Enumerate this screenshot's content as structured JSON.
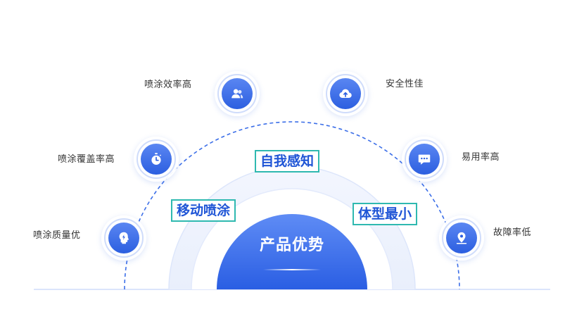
{
  "center": {
    "title": "产品优势"
  },
  "inner_tags": {
    "top": "自我感知",
    "left": "移动喷涂",
    "right": "体型最小"
  },
  "nodes": [
    {
      "key": "quality",
      "label": "喷涂质量优",
      "icon": "lightning-bulb-head-icon"
    },
    {
      "key": "coverage",
      "label": "喷涂覆盖率高",
      "icon": "stopwatch-icon"
    },
    {
      "key": "efficiency",
      "label": "喷涂效率高",
      "icon": "users-icon"
    },
    {
      "key": "safety",
      "label": "安全性佳",
      "icon": "cloud-upload-icon"
    },
    {
      "key": "usability",
      "label": "易用率高",
      "icon": "chat-bubble-icon"
    },
    {
      "key": "failure",
      "label": "故障率低",
      "icon": "location-pin-icon"
    }
  ],
  "colors": {
    "primary": "#2c5fe0",
    "primary_light": "#5a86f2",
    "tag_border": "#2fb9b0",
    "tag_text": "#1f55d6",
    "dash_arc": "#3b6ee8",
    "halo": "#eef2fd"
  }
}
